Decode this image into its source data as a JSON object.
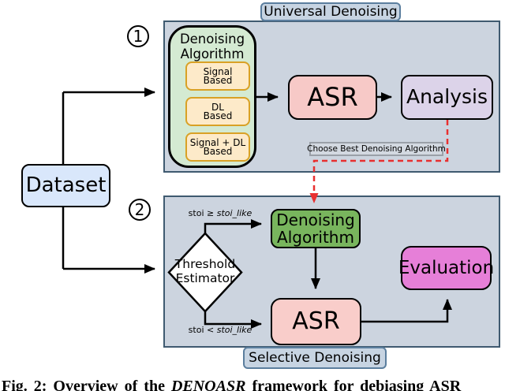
{
  "dataset_label": "Dataset",
  "panel1": {
    "badge": "1",
    "title_label": "Universal Denoising",
    "algorithm": {
      "title_line1": "Denoising",
      "title_line2": "Algorithm",
      "sub_boxes": [
        {
          "line1": "Signal",
          "line2": "Based"
        },
        {
          "line1": "DL",
          "line2": "Based"
        },
        {
          "line1": "Signal + DL",
          "line2": "Based"
        }
      ]
    },
    "asr_label": "ASR",
    "analysis_label": "Analysis",
    "choose_label": "Choose Best Denoising Algorithm"
  },
  "panel2": {
    "badge": "2",
    "title_label": "Selective Denoising",
    "threshold_line1": "Threshold",
    "threshold_line2": "Estimator",
    "cond_top_prefix": "stoi ≥ ",
    "cond_top_var": "stoi_like",
    "cond_bottom_prefix": "stoi < ",
    "cond_bottom_var": "stoi_like",
    "denoising_line1": "Denoising",
    "denoising_line2": "Algorithm",
    "asr_label": "ASR",
    "evaluation_label": "Evaluation"
  },
  "caption": {
    "prefix": "Fig. 2: Overview of the ",
    "framework": "DENOASR",
    "suffix": " framework for debiasing ASR"
  },
  "colors": {
    "panel_fill": "#ccd4df",
    "panel_border": "#3f5a70",
    "dataset_fill": "#d9e7fb",
    "algorithm_container_fill": "#d4ead2",
    "sub_box_fill": "#fdeac9",
    "sub_box_border": "#d9a125",
    "asr_fill": "#f7c9c7",
    "analysis_fill": "#dcd3e9",
    "selective_denoising_fill": "#78b55d",
    "evaluation_fill": "#e67fd8",
    "tag_label_fill": "#c7d4e2",
    "tag_label_border": "#5b7e9e",
    "feedback_dashed": "#e83030"
  }
}
